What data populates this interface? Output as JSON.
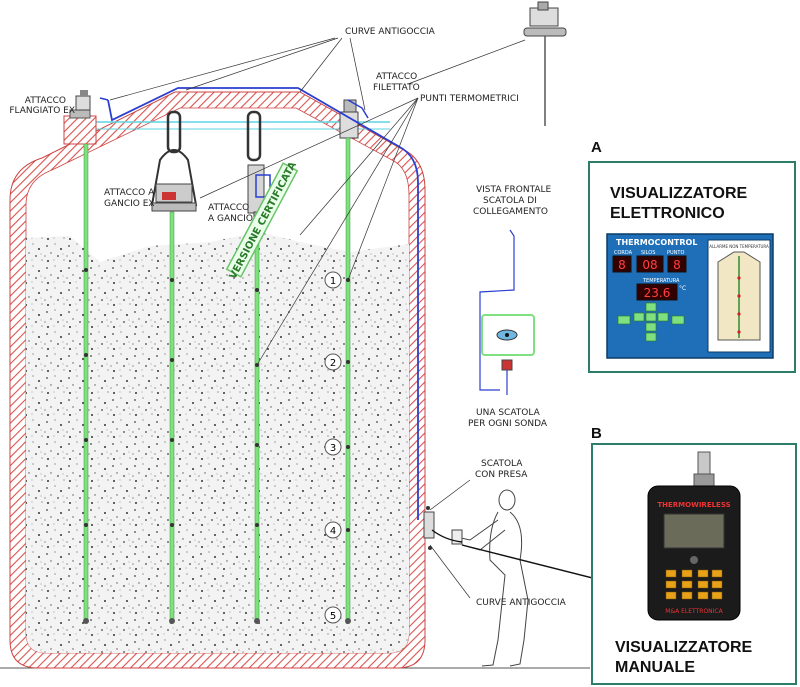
{
  "labels": {
    "curve_antigoccia_top": "CURVE ANTIGOCCIA",
    "attacco_flangiato_ex_1": "ATTACCO",
    "attacco_flangiato_ex_2": "FLANGIATO EX",
    "attacco_filettato_1": "ATTACCO",
    "attacco_filettato_2": "FILETTATO",
    "punti_termometrici": "PUNTI TERMOMETRICI",
    "attacco_gancio_ex_1": "ATTACCO A",
    "attacco_gancio_ex_2": "GANCIO EX",
    "attacco_gancio_1": "ATTACCO",
    "attacco_gancio_2": "A GANCIO",
    "versione_certificata": "VERSIONE CERTIFICATA",
    "vista_frontale_1": "VISTA FRONTALE",
    "vista_frontale_2": "SCATOLA DI",
    "vista_frontale_3": "COLLEGAMENTO",
    "una_scatola_1": "UNA SCATOLA",
    "una_scatola_2": "PER OGNI SONDA",
    "scatola_presa_1": "SCATOLA",
    "scatola_presa_2": "CON PRESA",
    "curve_antigoccia_bottom": "CURVE ANTIGOCCIA"
  },
  "sensor_points": [
    "1",
    "2",
    "3",
    "4",
    "5"
  ],
  "panel_a": {
    "letter": "A",
    "title_1": "VISUALIZZATORE",
    "title_2": "ELETTRONICO",
    "brand": "THERMOCONTROL",
    "col_corda": "CORDA",
    "col_silos": "SILOS",
    "col_punto": "PUNTO",
    "digits_corda": "8",
    "digits_silos": "08",
    "digits_punto": "8",
    "temp_label": "TEMPERATURA",
    "temp_value": "23.6",
    "temp_unit": "°C",
    "silo_caption": "ALLARME NON TEMPERATURA"
  },
  "panel_b": {
    "letter": "B",
    "title_1": "VISUALIZZATORE",
    "title_2": "MANUALE",
    "brand": "THERMOWIRELESS",
    "maker": "M&A ELETTRONICA"
  },
  "colors": {
    "panel_border": "#2e7d6b",
    "probe_green": "#7ee07e",
    "cable_blue": "#2a3fd0",
    "wall_hatch": "#d9534f",
    "thermo_blue": "#1e6fb8"
  }
}
